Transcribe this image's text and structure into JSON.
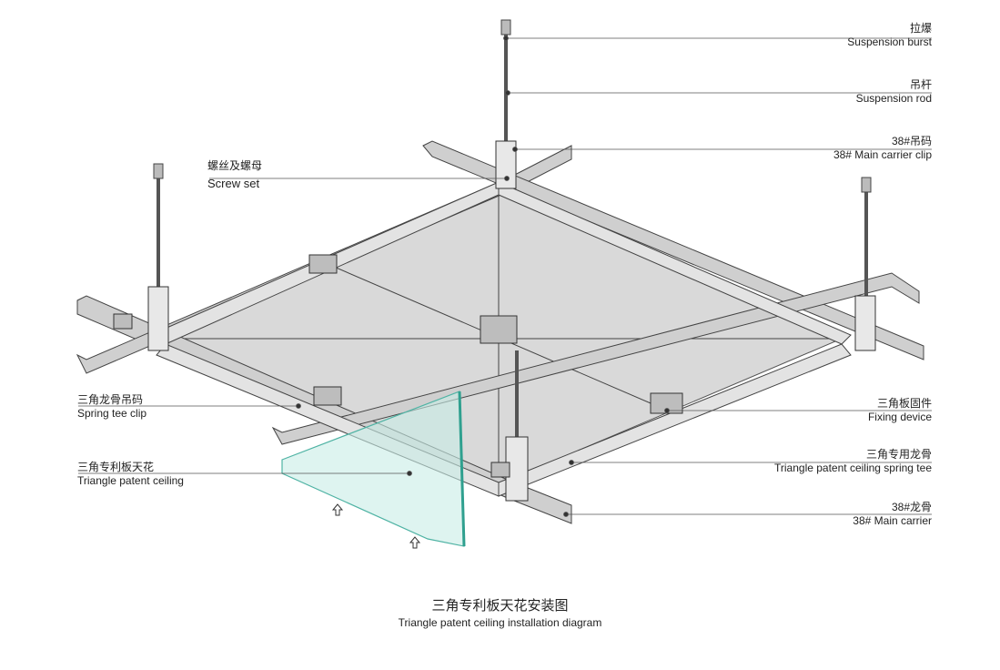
{
  "labels": {
    "suspension_burst": {
      "zh": "拉爆",
      "en": "Suspension burst"
    },
    "suspension_rod": {
      "zh": "吊杆",
      "en": "Suspension rod"
    },
    "main_carrier_clip": {
      "zh": "38#吊码",
      "en": "38# Main carrier clip"
    },
    "screw_set": {
      "zh": "螺丝及螺母",
      "en": "Screw set"
    },
    "spring_tee_clip": {
      "zh": "三角龙骨吊码",
      "en": "Spring tee clip"
    },
    "patent_ceiling": {
      "zh": "三角专利板天花",
      "en": "Triangle patent ceiling"
    },
    "fixing_device": {
      "zh": "三角板固件",
      "en": "Fixing device"
    },
    "spring_tee": {
      "zh": "三角专用龙骨",
      "en": "Triangle patent ceiling spring tee"
    },
    "main_carrier": {
      "zh": "38#龙骨",
      "en": "38#  Main carrier"
    }
  },
  "caption": {
    "zh": "三角专利板天花安装图",
    "en": "Triangle patent ceiling installation diagram"
  },
  "colors": {
    "line": "#333333",
    "panel": "#d9d9d9",
    "rail": "#cfcfcf",
    "glass": "#7fd6c8"
  }
}
